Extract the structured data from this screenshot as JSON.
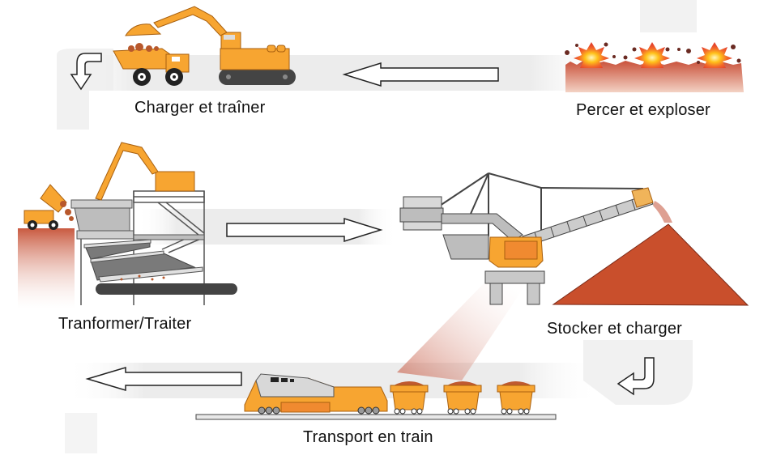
{
  "diagram": {
    "title": "Mining process cycle",
    "steps": [
      {
        "id": "drill",
        "label": "Percer et exploser",
        "icon": "explosion-icon"
      },
      {
        "id": "load",
        "label": "Charger et traîner",
        "icon": "excavator-truck-icon"
      },
      {
        "id": "process",
        "label": "Tranformer/Traiter",
        "icon": "processing-plant-icon"
      },
      {
        "id": "stock",
        "label": "Stocker et charger",
        "icon": "stacker-stockpile-icon"
      },
      {
        "id": "train",
        "label": "Transport en train",
        "icon": "ore-train-icon"
      }
    ],
    "flow": [
      {
        "from": "drill",
        "to": "load",
        "direction": "left"
      },
      {
        "from": "load",
        "to": "process",
        "direction": "down-turn"
      },
      {
        "from": "process",
        "to": "stock",
        "direction": "right"
      },
      {
        "from": "stock",
        "to": "train",
        "direction": "down-turn"
      },
      {
        "from": "train",
        "to": "",
        "direction": "left"
      }
    ],
    "colors": {
      "machine_orange": "#f7a531",
      "ore_red": "#c8502c",
      "steel_gray": "#b8b8b8",
      "flow_band": "#ececec",
      "outline": "#333333"
    }
  }
}
